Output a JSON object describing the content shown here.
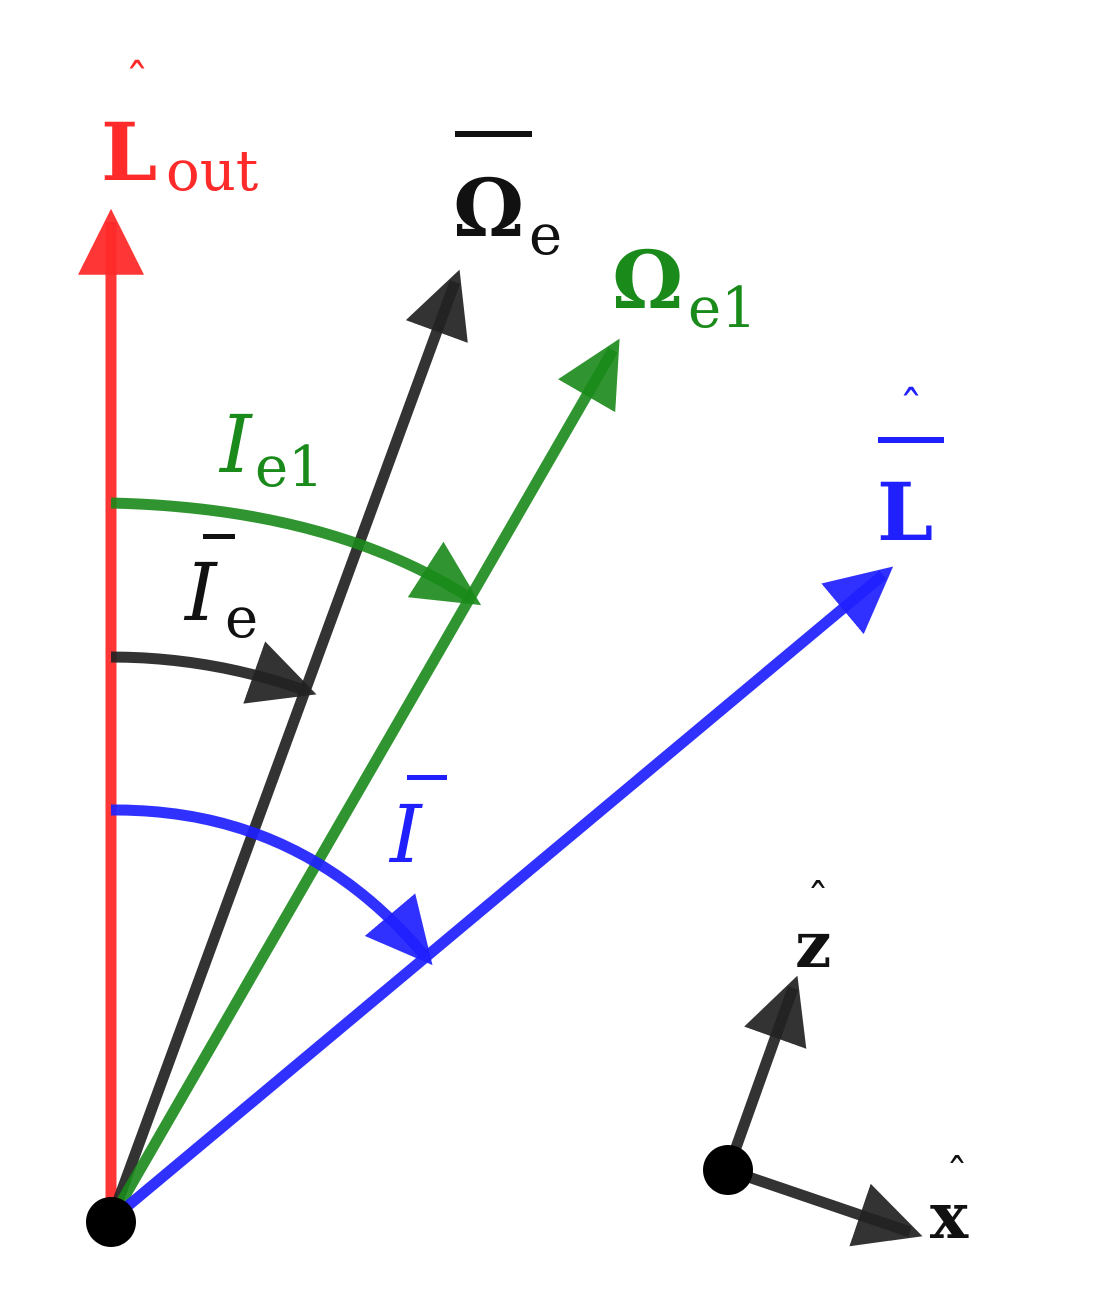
{
  "colors": {
    "red": "#ff2b2b",
    "black": "#222222",
    "green": "#1a8a1a",
    "blue": "#2020ff",
    "dot": "#000000"
  },
  "labels": {
    "L_out": {
      "main": "L",
      "sub": "out",
      "decor": "hat"
    },
    "Omega_e": {
      "main": "Ω",
      "sub": "e",
      "decor": "bar"
    },
    "Omega_e1": {
      "main": "Ω",
      "sub": "e1"
    },
    "L_bar": {
      "main": "L",
      "decor": "hat+bar"
    },
    "I_e1": {
      "main": "I",
      "sub": "e1"
    },
    "I_e_bar": {
      "main": "I",
      "sub": "e",
      "decor": "bar"
    },
    "I_bar": {
      "main": "I",
      "decor": "bar"
    },
    "z_hat": {
      "main": "z",
      "decor": "hat"
    },
    "x_hat": {
      "main": "x",
      "decor": "hat"
    }
  }
}
